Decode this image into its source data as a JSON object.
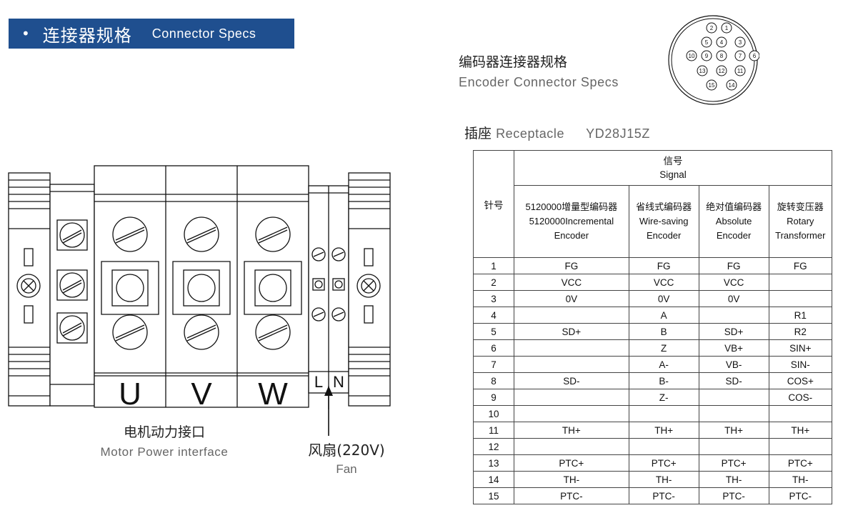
{
  "banner": {
    "bullet": "•",
    "title_zh": "连接器规格",
    "title_en": "Connector Specs"
  },
  "encoder": {
    "title_zh": "编码器连接器规格",
    "title_en": "Encoder Connector Specs",
    "pin_labels": [
      "1",
      "2",
      "3",
      "4",
      "5",
      "6",
      "7",
      "8",
      "9",
      "10",
      "11",
      "12",
      "13",
      "14",
      "15"
    ]
  },
  "receptacle": {
    "label_zh": "插座",
    "label_en": "Receptacle",
    "model": "YD28J15Z"
  },
  "table": {
    "pin_header": "针号",
    "signal_header_zh": "信号",
    "signal_header_en": "Signal",
    "columns": [
      {
        "zh": "5120000增量型编码器",
        "en1": "5120000Incremental",
        "en2": "Encoder"
      },
      {
        "zh": "省线式编码器",
        "en1": "Wire-saving",
        "en2": "Encoder"
      },
      {
        "zh": "绝对值编码器",
        "en1": "Absolute",
        "en2": "Encoder"
      },
      {
        "zh": "旋转变压器",
        "en1": "Rotary",
        "en2": "Transformer"
      }
    ],
    "rows": [
      {
        "pin": "1",
        "cells": [
          "FG",
          "FG",
          "FG",
          "FG"
        ]
      },
      {
        "pin": "2",
        "cells": [
          "VCC",
          "VCC",
          "VCC",
          ""
        ]
      },
      {
        "pin": "3",
        "cells": [
          "0V",
          "0V",
          "0V",
          ""
        ]
      },
      {
        "pin": "4",
        "cells": [
          "",
          "A",
          "",
          "R1"
        ]
      },
      {
        "pin": "5",
        "cells": [
          "SD+",
          "B",
          "SD+",
          "R2"
        ]
      },
      {
        "pin": "6",
        "cells": [
          "",
          "Z",
          "VB+",
          "SIN+"
        ]
      },
      {
        "pin": "7",
        "cells": [
          "",
          "A-",
          "VB-",
          "SIN-"
        ]
      },
      {
        "pin": "8",
        "cells": [
          "SD-",
          "B-",
          "SD-",
          "COS+"
        ]
      },
      {
        "pin": "9",
        "cells": [
          "",
          "Z-",
          "",
          "COS-"
        ]
      },
      {
        "pin": "10",
        "cells": [
          "",
          "",
          "",
          ""
        ]
      },
      {
        "pin": "11",
        "cells": [
          "TH+",
          "TH+",
          "TH+",
          "TH+"
        ]
      },
      {
        "pin": "12",
        "cells": [
          "",
          "",
          "",
          ""
        ]
      },
      {
        "pin": "13",
        "cells": [
          "PTC+",
          "PTC+",
          "PTC+",
          "PTC+"
        ]
      },
      {
        "pin": "14",
        "cells": [
          "TH-",
          "TH-",
          "TH-",
          "TH-"
        ]
      },
      {
        "pin": "15",
        "cells": [
          "PTC-",
          "PTC-",
          "PTC-",
          "PTC-"
        ]
      }
    ]
  },
  "motor": {
    "terminals": [
      "U",
      "V",
      "W"
    ],
    "fan_terminals": [
      "L",
      "N"
    ],
    "caption_zh": "电机动力接口",
    "caption_en": "Motor Power interface"
  },
  "fan": {
    "caption_zh": "风扇(220V)",
    "caption_en": "Fan"
  },
  "colors": {
    "banner": "#1f4f8f",
    "line": "#111111",
    "subtext": "#666666"
  }
}
